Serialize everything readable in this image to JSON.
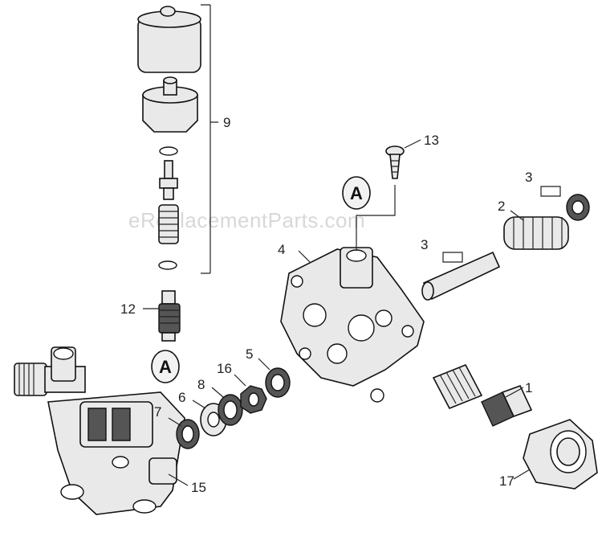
{
  "watermark": "eReplacementParts.com",
  "reference_letter": "A",
  "callouts": {
    "c1": "1",
    "c2": "2",
    "c3a": "3",
    "c3b": "3",
    "c4": "4",
    "c5": "5",
    "c6": "6",
    "c7": "7",
    "c8": "8",
    "c9": "9",
    "c12": "12",
    "c13": "13",
    "c15": "15",
    "c16": "16",
    "c17": "17"
  },
  "colors": {
    "line": "#111111",
    "fill": "#e9e9e9",
    "watermark": "#d8d8d8"
  }
}
